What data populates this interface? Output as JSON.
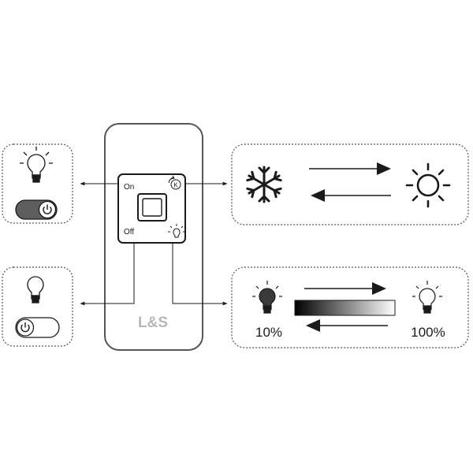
{
  "remote": {
    "on_label": "On",
    "off_label": "Off",
    "brand": "L&S",
    "k_badge": "K"
  },
  "panels": {
    "light_on": {
      "toggle_state": "on"
    },
    "color_temperature": {
      "icons": [
        "snowflake-icon",
        "sun-icon"
      ]
    },
    "light_off": {
      "toggle_state": "off"
    },
    "dimming": {
      "min_label": "10%",
      "max_label": "100%"
    }
  },
  "colors": {
    "line": "#1a1a1a",
    "border": "#555555",
    "toggle_on": "#5e5e5e",
    "brand_text": "#b8b8b8",
    "bulb_dim": "#3a3a3a"
  }
}
